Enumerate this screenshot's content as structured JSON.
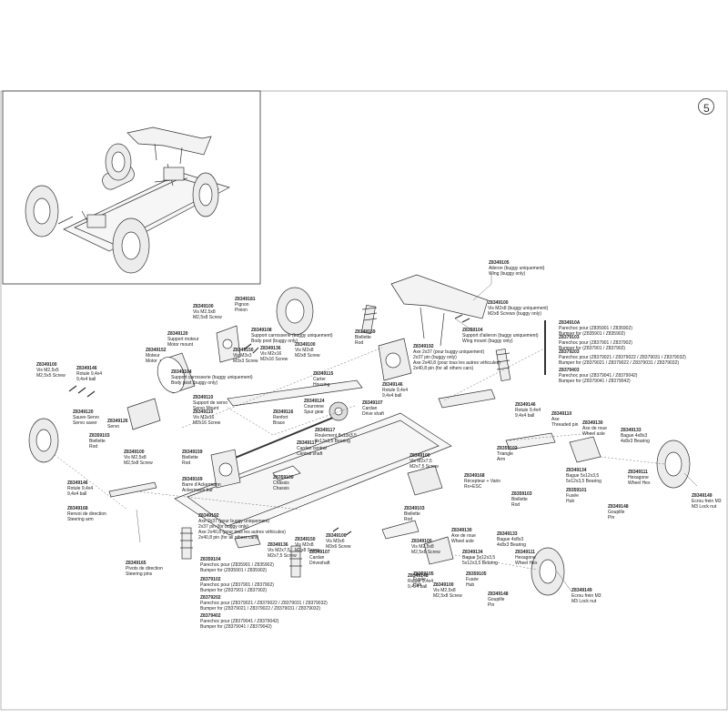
{
  "page_number": "5",
  "labels": [
    {
      "id": "pn-28349105",
      "part": "Z8349105",
      "lines": [
        "Aileron (buggy uniquement)",
        "Wing (buggy only)"
      ]
    },
    {
      "id": "pn-28349100-top",
      "part": "Z8349100",
      "lines": [
        "Vis M2x8 (buggy uniquement)",
        "M2x8 Screws (buggy only)"
      ]
    },
    {
      "id": "pn-28359104",
      "part": "Z8359104",
      "lines": [
        "Support d'aileron (buggy uniquement)",
        "Wing mount (buggy only)"
      ]
    },
    {
      "id": "pn-28349108",
      "part": "Z8349108",
      "lines": [
        "Support carrosserie (buggy uniquement)",
        "Body post (buggy only)"
      ]
    },
    {
      "id": "pn-28349181",
      "part": "Z8349181",
      "lines": [
        "Pignon",
        "Pinion"
      ]
    },
    {
      "id": "pn-28349100-motor",
      "part": "Z8349100",
      "lines": [
        "Vis M2,5x8",
        "M2,5x8 Screw"
      ]
    },
    {
      "id": "pn-28349120",
      "part": "Z8349120",
      "lines": [
        "Support moteur",
        "Motor mount"
      ]
    },
    {
      "id": "pn-28349152",
      "part": "Z8349152",
      "lines": [
        "Moteur",
        "Motor"
      ]
    },
    {
      "id": "pn-28349150-m3",
      "part": "Z8349150",
      "lines": [
        "Vis M3x3",
        "M3x3 Screw"
      ]
    },
    {
      "id": "pn-28349136",
      "part": "Z8349136",
      "lines": [
        "Vis M2x16",
        "M2x16 Screw"
      ]
    },
    {
      "id": "pn-28349100-m2x8",
      "part": "Z8349100",
      "lines": [
        "Vis M2x8",
        "M2x8 Screw"
      ]
    },
    {
      "id": "pn-28349159",
      "part": "Z8349159",
      "lines": [
        "Biellette",
        "Rod"
      ]
    },
    {
      "id": "pn-28349192",
      "part": "Z8349192",
      "lines": [
        "Axe 2x37 (pour buggy uniquement)",
        "2x37 pin (buggy only)",
        "Axe 2x40,8 (pour tous les autres véhicules)",
        "2x40,8 pin (for all others cars)"
      ]
    },
    {
      "id": "pn-28359104-b",
      "part": "Z8349104",
      "lines": [
        "Support carrosserie (buggy uniquement)",
        "Body post (buggy only)"
      ]
    },
    {
      "id": "pn-2834910A",
      "part": "Z834910A",
      "lines": [
        "Parechoc pour (Z835901 / Z835902)",
        "Bumper for (Z835901 / Z835902)"
      ]
    },
    {
      "id": "pn-28379103",
      "part": "Z8379103",
      "lines": [
        "Parechoc pour (Z837901 / Z837902)",
        "Bumper for (Z837901 / Z837902)"
      ]
    },
    {
      "id": "pn-28379203",
      "part": "Z8379203",
      "lines": [
        "Parechoc pour (Z8379021 / Z8379022 / Z8379031 / Z8379032)",
        "Bumper for (Z8379021 / Z8379022 / Z8379031 / Z8379032)"
      ]
    },
    {
      "id": "pn-28379403",
      "part": "Z8379403",
      "lines": [
        "Parechoc pour (Z8379041 / Z8379042)",
        "Bumper for (Z8379041 / Z8379042)"
      ]
    },
    {
      "id": "pn-28349100-left",
      "part": "Z8349100",
      "lines": [
        "Vis M2,5x5",
        "M2,5x5 Screw"
      ]
    },
    {
      "id": "pn-28349146-top",
      "part": "Z8349146",
      "lines": [
        "Rotule 9,4x4",
        "9,4x4 ball"
      ]
    },
    {
      "id": "pn-28349110",
      "part": "Z8349110",
      "lines": [
        "Support de servo",
        "Servo Mount"
      ]
    },
    {
      "id": "pn-28349110-b",
      "part": "Z8349110",
      "lines": [
        "Vis M2x16",
        "M2x16 Screw"
      ]
    },
    {
      "id": "pn-28349124",
      "part": "Z8349124",
      "lines": [
        "Couronne",
        "Spur gear"
      ]
    },
    {
      "id": "pn-28349116",
      "part": "Z8349116",
      "lines": [
        "Renfort",
        "Brace"
      ]
    },
    {
      "id": "pn-28349115",
      "part": "Z8349115",
      "lines": [
        "Carter",
        "Housing"
      ]
    },
    {
      "id": "pn-28349117",
      "part": "Z8349117",
      "lines": [
        "Roulement 8x13x3,5",
        "8x13x3,5 Bearing"
      ]
    },
    {
      "id": "pn-28349146-mid",
      "part": "Z8349146",
      "lines": [
        "Rotule 9,4x4",
        "9,4x4 ball"
      ]
    },
    {
      "id": "pn-28349117-b",
      "part": "Z8349117",
      "lines": [
        "Cardan central",
        "Central shaft"
      ]
    },
    {
      "id": "pn-28349120-saver",
      "part": "Z8349120",
      "lines": [
        "Sauve-Servo",
        "Servo saver"
      ]
    },
    {
      "id": "pn-28349126",
      "part": "Z8349126",
      "lines": [
        "Servo"
      ]
    },
    {
      "id": "pn-28359103",
      "part": "Z8359103",
      "lines": [
        "Biellette",
        "Rod"
      ]
    },
    {
      "id": "pn-28349107",
      "part": "Z8349107",
      "lines": [
        "Cardan",
        "Drive shaft"
      ]
    },
    {
      "id": "pn-28359102",
      "part": "Z8359102",
      "lines": [
        "Triangle",
        "Arm"
      ]
    },
    {
      "id": "pn-28349146-r",
      "part": "Z8349146",
      "lines": [
        "Rotule 9,4x4",
        "9,4x4 ball"
      ]
    },
    {
      "id": "pn-28349110-axe",
      "part": "Z8349110",
      "lines": [
        "Axe",
        "Threaded pin"
      ]
    },
    {
      "id": "pn-28349130",
      "part": "Z8349130",
      "lines": [
        "Axe de roue",
        "Wheel axle"
      ]
    },
    {
      "id": "pn-28349133-top",
      "part": "Z8349133",
      "lines": [
        "Bague 4x8x3",
        "4x8x3 Bearing"
      ]
    },
    {
      "id": "pn-28349134-top",
      "part": "Z8349134",
      "lines": [
        "Bague 5x12x3,5",
        "5x12x3,5 Bearing"
      ]
    },
    {
      "id": "pn-28359101",
      "part": "Z8359101",
      "lines": [
        "Fusée",
        "Hub"
      ]
    },
    {
      "id": "pn-28349111-top",
      "part": "Z8349111",
      "lines": [
        "Hexagone",
        "Wheel Hex"
      ]
    },
    {
      "id": "pn-28349148-top",
      "part": "Z8349148",
      "lines": [
        "Goupille",
        "Pin"
      ]
    },
    {
      "id": "pn-28349149-top",
      "part": "Z8349149",
      "lines": [
        "Ecrou frein M3",
        "M3 Lock nut"
      ]
    },
    {
      "id": "pn-28359100",
      "part": "Z8359100",
      "lines": [
        "Châssis",
        "Chassis"
      ]
    },
    {
      "id": "pn-28349100-m2x7",
      "part": "Z8349100",
      "lines": [
        "Vis M2x7,5",
        "M2x7,5 Screw"
      ]
    },
    {
      "id": "pn-28349168",
      "part": "Z8349168",
      "lines": [
        "Récepteur + Vario",
        "Rx+ESC"
      ]
    },
    {
      "id": "pn-28359103-b",
      "part": "Z8359103",
      "lines": [
        "Biellette",
        "Rod"
      ]
    },
    {
      "id": "pn-28349159-b",
      "part": "Z8349159",
      "lines": [
        "Biellette",
        "Rod"
      ]
    },
    {
      "id": "pn-28349100-m25x8",
      "part": "Z8349100",
      "lines": [
        "Vis M2,5x8",
        "M2,5x8 Screw"
      ]
    },
    {
      "id": "pn-28349146-l",
      "part": "Z8349146",
      "lines": [
        "Rotule 9,4x4",
        "9,4x4 ball"
      ]
    },
    {
      "id": "pn-28349169",
      "part": "Z8349169",
      "lines": [
        "Barre d'Ackermann",
        "Ackermann bar"
      ]
    },
    {
      "id": "pn-28349168-b",
      "part": "Z8349168",
      "lines": [
        "Renvoi de direction",
        "Steering arm"
      ]
    },
    {
      "id": "pn-28349192-b",
      "part": "Z8349192",
      "lines": [
        "Axe 2x37 (pour buggy uniquement)",
        "2x37 pin (for buggy only)",
        "Axe 2x40,8 (pour tous les autres véhicules)",
        "2x40,8 pin (for all others cars)"
      ]
    },
    {
      "id": "pn-28349165",
      "part": "Z8349165",
      "lines": [
        "Pivots de direction",
        "Steering pins"
      ]
    },
    {
      "id": "pn-28359104-c",
      "part": "Z8359104",
      "lines": [
        "Parechoc pour (Z835901 / Z835902)",
        "Bumper for (Z835901 / Z835902)"
      ]
    },
    {
      "id": "pn-28379102",
      "part": "Z8379102",
      "lines": [
        "Parechoc pour (Z837901 / Z837902)",
        "Bumper for (Z837901 / Z837902)"
      ]
    },
    {
      "id": "pn-28379202",
      "part": "Z8379202",
      "lines": [
        "Parechoc pour (Z8379021 / Z8379022 / Z8379031 / Z8379032)",
        "Bumper for (Z8379021 / Z8379022 / Z8379031 / Z8379032)"
      ]
    },
    {
      "id": "pn-28379402",
      "part": "Z8379402",
      "lines": [
        "Parechoc pour (Z8379041 / Z8379042)",
        "Bumper for (Z8379041 / Z8379042)"
      ]
    },
    {
      "id": "pn-28349150-b",
      "part": "Z8349150",
      "lines": [
        "Vis M2x8",
        "M2x8 Screw"
      ]
    },
    {
      "id": "pn-28349136-b",
      "part": "Z8349136",
      "lines": [
        "Vis M2x7,5",
        "M2x7,5 Screw"
      ]
    },
    {
      "id": "pn-28349100-m3x6",
      "part": "Z8349100",
      "lines": [
        "Vis M3x6",
        "M3x6 Screw"
      ]
    },
    {
      "id": "pn-28349107-b",
      "part": "Z8349107",
      "lines": [
        "Cardan",
        "Driveshaft"
      ]
    },
    {
      "id": "pn-28349103",
      "part": "Z8349103",
      "lines": [
        "Biellette",
        "Rod"
      ]
    },
    {
      "id": "pn-28349148-mid",
      "part": "Z8349148",
      "lines": [
        "Rotule 9,4x4",
        "9,4x4 ball"
      ]
    },
    {
      "id": "pn-28349130-b",
      "part": "Z8349130",
      "lines": [
        "Axe de roue",
        "Wheel axle"
      ]
    },
    {
      "id": "pn-28349133-b",
      "part": "Z8349133",
      "lines": [
        "Bague 4x8x3",
        "4x8x3 Bearing"
      ]
    },
    {
      "id": "pn-28349134-b",
      "part": "Z8349134",
      "lines": [
        "Bague 5x12x3,5",
        "5x12x3,5 Bearing"
      ]
    },
    {
      "id": "pn-28359105",
      "part": "Z8359105",
      "lines": [
        "Fusée",
        "Hub"
      ]
    },
    {
      "id": "pn-28349111-b",
      "part": "Z8349111",
      "lines": [
        "Hexagone",
        "Wheel Hex"
      ]
    },
    {
      "id": "pn-28349148-b",
      "part": "Z8349148",
      "lines": [
        "Goupille",
        "Pin"
      ]
    },
    {
      "id": "pn-28349149-b",
      "part": "Z8349149",
      "lines": [
        "Ecrou frein M3",
        "M3 Lock nut"
      ]
    },
    {
      "id": "pn-28349100-m2x8-b",
      "part": "Z8349100",
      "lines": [
        "Vis M2,5x8",
        "M2,5x8 Screw"
      ]
    },
    {
      "id": "pn-28359105-fusee",
      "part": "Z8359105",
      "lines": [
        "Fusée",
        "Hub"
      ]
    },
    {
      "id": "pn-28349100-m25x8-b",
      "part": "Z8349100",
      "lines": [
        "Vis M2,5x8",
        "M2,5x8 Screw"
      ]
    }
  ]
}
